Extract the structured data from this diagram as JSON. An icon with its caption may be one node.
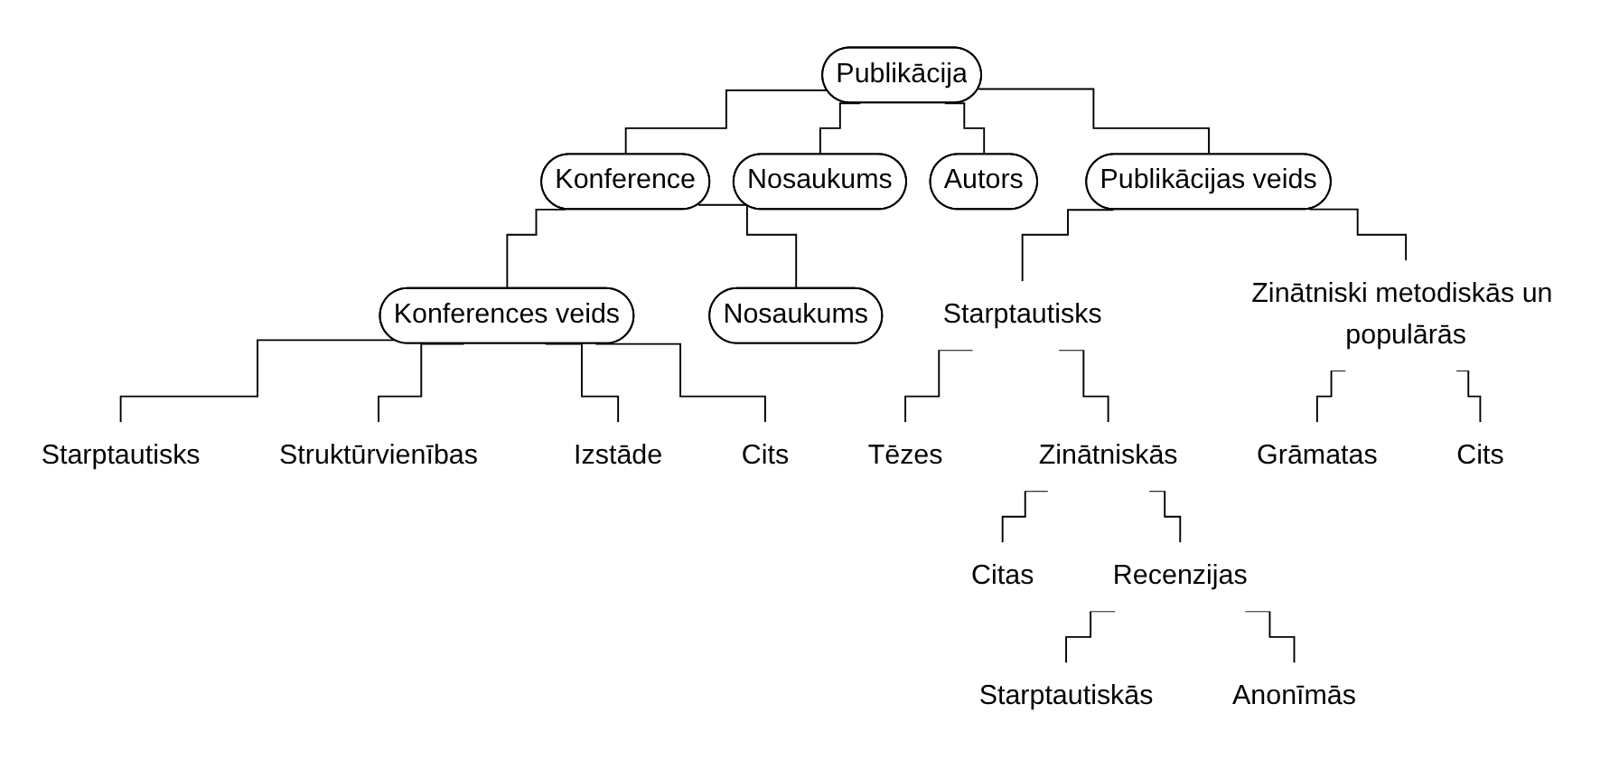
{
  "diagram": {
    "nodes": [
      {
        "text": [
          "Publikācija"
        ]
      },
      {
        "text": [
          "Konference"
        ]
      },
      {
        "text": [
          "Nosaukums"
        ]
      },
      {
        "text": [
          "Autors"
        ]
      },
      {
        "text": [
          "Publikācijas veids"
        ]
      },
      {
        "text": [
          "Konferences veids"
        ]
      },
      {
        "text": [
          "Nosaukums"
        ]
      },
      {
        "text": [
          "Starptautisks"
        ]
      },
      {
        "text": [
          "Zinātniski metodiskās un populārās"
        ]
      },
      {
        "text": [
          "Tēzes"
        ]
      },
      {
        "text": [
          "Zinātniskās"
        ]
      },
      {
        "text": [
          "Citas"
        ]
      },
      {
        "text": [
          "Recenzijas"
        ]
      },
      {
        "text": [
          "Starptautiskās"
        ]
      },
      {
        "text": [
          "Anonīmās"
        ]
      },
      {
        "text": [
          "Grāmatas"
        ]
      },
      {
        "text": [
          "Cits"
        ]
      },
      {
        "text": [
          "Starptautisks"
        ]
      },
      {
        "text": [
          "Struktūrvienības"
        ]
      },
      {
        "text": [
          "Izstāde"
        ]
      },
      {
        "text": [
          "Cits"
        ]
      }
    ],
    "edges": [
      {
        "from": 0,
        "to": 1,
        "arrow": "none"
      },
      {
        "from": 0,
        "to": 2,
        "arrow": "none"
      },
      {
        "from": 0,
        "to": 3,
        "arrow": "none"
      },
      {
        "from": 0,
        "to": 4,
        "arrow": "none"
      },
      {
        "from": 1,
        "to": 5,
        "arrow": "none"
      },
      {
        "from": 1,
        "to": 6,
        "arrow": "none"
      },
      {
        "from": 4,
        "to": 7,
        "arrow": "none"
      },
      {
        "from": 4,
        "to": 8,
        "arrow": "none"
      },
      {
        "from": 7,
        "to": 9,
        "arrow": "none"
      },
      {
        "from": 7,
        "to": 10,
        "arrow": "none"
      },
      {
        "from": 10,
        "to": 11,
        "arrow": "none"
      },
      {
        "from": 10,
        "to": 12,
        "arrow": "none"
      },
      {
        "from": 12,
        "to": 13,
        "arrow": "none"
      },
      {
        "from": 12,
        "to": 14,
        "arrow": "none"
      },
      {
        "from": 8,
        "to": 15,
        "arrow": "none"
      },
      {
        "from": 8,
        "to": 16,
        "arrow": "none"
      },
      {
        "from": 5,
        "to": 17,
        "arrow": "none"
      },
      {
        "from": 5,
        "to": 18,
        "arrow": "none"
      },
      {
        "from": 5,
        "to": 19,
        "arrow": "none"
      },
      {
        "from": 5,
        "to": 20,
        "arrow": "none"
      }
    ]
  }
}
